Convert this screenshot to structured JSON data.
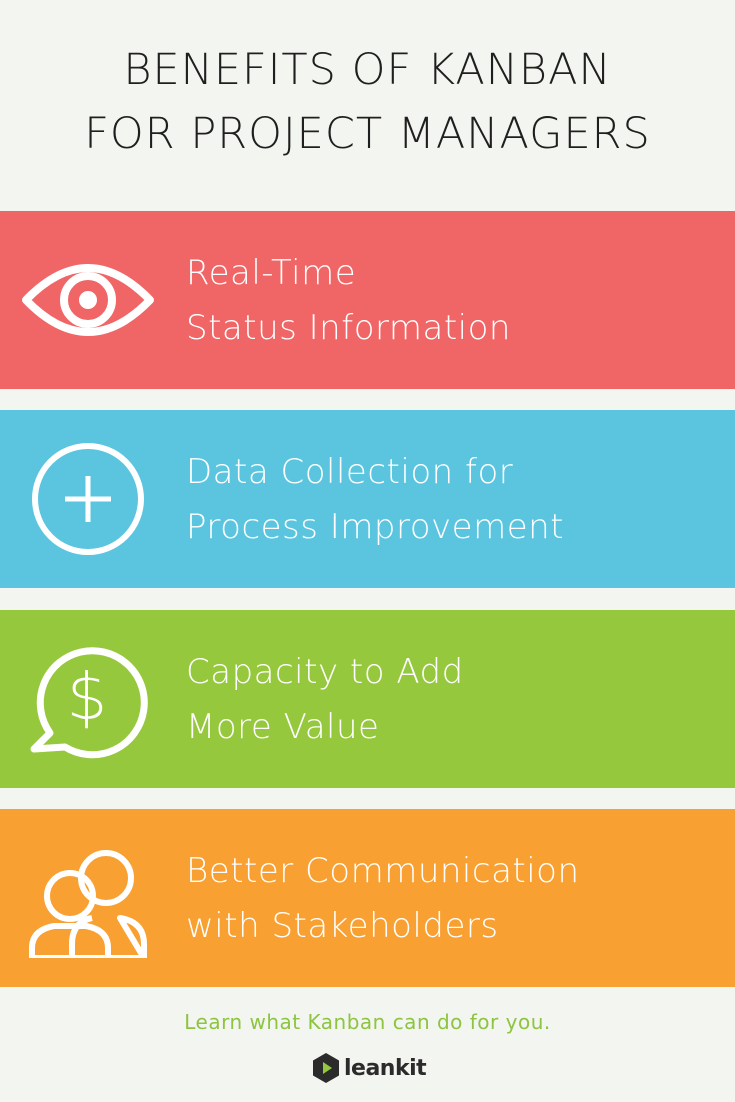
{
  "header": {
    "title_line1": "BENEFITS OF KANBAN",
    "title_line2": "FOR PROJECT MANAGERS"
  },
  "benefits": [
    {
      "icon": "eye-icon",
      "color": "#f06565",
      "line1": "Real-Time",
      "line2": "Status Information"
    },
    {
      "icon": "plus-circle-icon",
      "color": "#5bc5e0",
      "line1": "Data Collection for",
      "line2": "Process Improvement"
    },
    {
      "icon": "dollar-speech-bubble-icon",
      "color": "#96c83e",
      "line1": "Capacity to Add",
      "line2": "More Value"
    },
    {
      "icon": "people-icon",
      "color": "#f8a031",
      "line1": "Better Communication",
      "line2": "with Stakeholders"
    }
  ],
  "footer": {
    "tagline": "Learn what Kanban can do for you.",
    "logo_text": "leankit",
    "tagline_color": "#8dc440"
  }
}
